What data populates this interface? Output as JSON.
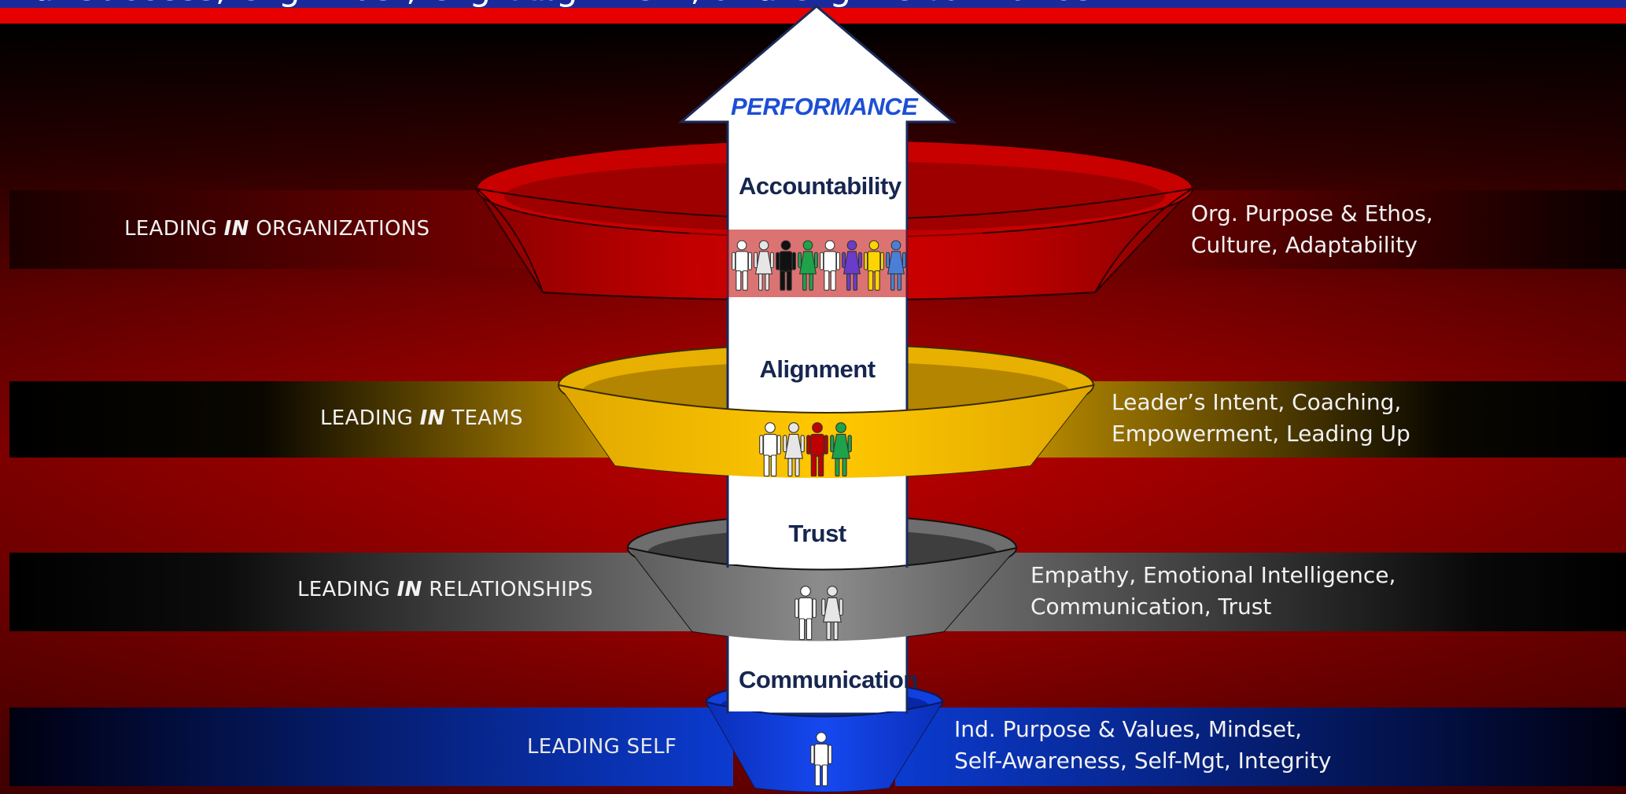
{
  "header": {
    "title_fragment": "Ind. Success, Org. Trust, Org. Alignment, and Org. Performance"
  },
  "arrow": {
    "label": "PERFORMANCE",
    "stages": [
      "Accountability",
      "Alignment",
      "Trust",
      "Communication"
    ]
  },
  "levels": [
    {
      "id": "organizations",
      "label_pre": "LEADING ",
      "label_in": "IN",
      "label_post": " ORGANIZATIONS",
      "desc": [
        "Org. Purpose & Ethos,",
        "Culture, Adaptability"
      ],
      "color": "#d40000",
      "label_color": "#f2f2f2"
    },
    {
      "id": "teams",
      "label_pre": "LEADING ",
      "label_in": "IN",
      "label_post": " TEAMS",
      "desc": [
        "Leader’s Intent, Coaching,",
        "Empowerment, Leading Up"
      ],
      "color": "#ffc000",
      "label_color": "#f2f2f2"
    },
    {
      "id": "relationships",
      "label_pre": "LEADING ",
      "label_in": "IN",
      "label_post": " RELATIONSHIPS",
      "desc": [
        "Empathy, Emotional Intelligence,",
        "Communication, Trust"
      ],
      "color": "#7f7f7f",
      "label_color": "#f2f2f2"
    },
    {
      "id": "self",
      "label_pre": "LEADING SELF",
      "label_in": "",
      "label_post": "",
      "desc": [
        "Ind. Purpose & Values, Mindset,",
        "Self-Awareness, Self-Mgt, Integrity"
      ],
      "color": "#0d3fd6",
      "label_color": "#e8e8e8"
    }
  ],
  "people_groups": {
    "organizations": [
      "#ffffff",
      "#e6e6e6",
      "#111111",
      "#1ea34a",
      "#ffffff",
      "#6a3cc9",
      "#ffd400",
      "#4a7fd8"
    ],
    "teams": [
      "#ffffff",
      "#e6e6e6",
      "#c00000",
      "#1ea34a"
    ],
    "relationships": [
      "#ffffff",
      "#e6e6e6"
    ],
    "self": [
      "#ffffff"
    ]
  },
  "colors": {
    "background": "#000000",
    "band_red": "#b80000",
    "top_strip_blue": "#1a2a9a",
    "top_strip_red": "#e60000",
    "arrow_fill": "#ffffff",
    "stage_text": "#16264f",
    "performance_text": "#1d4fd4"
  }
}
